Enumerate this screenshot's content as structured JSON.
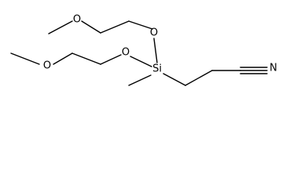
{
  "molecule": {
    "atoms": {
      "o_top_ether": "O",
      "o_top_si": "O",
      "o_bottom_ether": "O",
      "o_bottom_si": "O",
      "silicon": "Si",
      "nitrile_nitrogen": "N"
    }
  }
}
